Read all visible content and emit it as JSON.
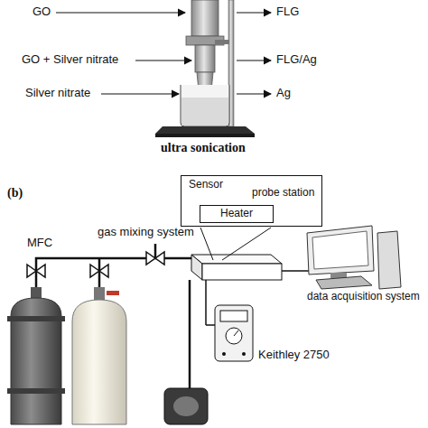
{
  "diagram": {
    "nodes": [
      {
        "text": [
          "Sensor",
          "probe station"
        ]
      },
      {
        "text": [
          "Heater"
        ],
        "in": 0
      }
    ],
    "labels": [
      "GO",
      "GO + Silver nitrate",
      "Silver nitrate",
      "FLG",
      "FLG/Ag",
      "Ag",
      "ultra sonication",
      "(b)",
      "gas mixing system",
      "MFC",
      "data acquisition system",
      "Keithley 2750"
    ]
  }
}
